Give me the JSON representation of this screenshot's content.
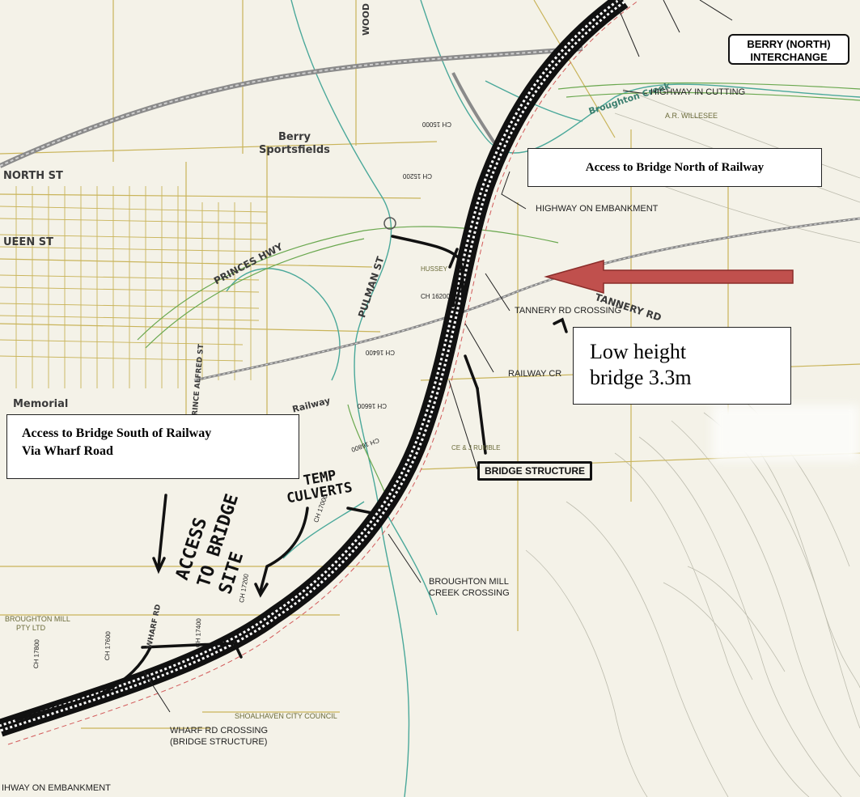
{
  "map": {
    "callouts": {
      "north_access": "Access to Bridge North of Railway",
      "south_access": [
        "Access to Bridge South of Railway",
        "Via Wharf Road"
      ],
      "low_bridge": [
        "Low height",
        "bridge 3.3m"
      ]
    },
    "interchange": [
      "BERRY (NORTH)",
      "INTERCHANGE"
    ],
    "place_labels": {
      "sportsfields": [
        "Berry",
        "Sportsfields"
      ],
      "north_st": "NORTH ST",
      "queen_st": "UEEN ST",
      "princes_hwy": "PRINCES HWY",
      "pulman_st": "PULMAN ST",
      "prince_alfred_st": "PRINCE ALFRED ST",
      "memorial": "Memorial",
      "woodhill": "WOOD",
      "tannery_rd": "TANNERY RD",
      "broughton_creek": "Broughton Creek",
      "wharf_rd": "WHARF RD",
      "shoalhaven": "SHOALHAVEN CITY COUNCIL",
      "broughton_mill": [
        "BROUGHTON MILL",
        "PTY LTD"
      ],
      "willesee": "A.R. WILLESEE",
      "rumble": "CE & J RUMBLE",
      "hussey": "HUSSEY",
      "railway_word": "Railway"
    },
    "plan_labels": {
      "highway_cutting": "HIGHWAY IN CUTTING",
      "highway_embankment": "HIGHWAY ON EMBANKMENT",
      "tannery_crossing": "TANNERY RD CROSSING",
      "railway_crossing": "RAILWAY CR",
      "bridge_structure": "BRIDGE STRUCTURE",
      "broughton_mill_crossing": [
        "BROUGHTON MILL",
        "CREEK CROSSING"
      ],
      "wharf_crossing": [
        "WHARF RD CROSSING",
        "(BRIDGE STRUCTURE)"
      ],
      "bottom_embankment": "IHWAY ON EMBANKMENT"
    },
    "handwritten": {
      "access_site": [
        "ACCESS",
        "TO BRIDGE",
        "SITE"
      ],
      "temp_culverts": [
        "TEMP",
        "CULVERTS"
      ]
    },
    "chainages": [
      "CH 15000",
      "CH 15200",
      "CH 16200",
      "CH 16400",
      "CH 16600",
      "CH 16800",
      "CH 17000",
      "CH 17200",
      "CH 17400",
      "CH 17600",
      "CH 17800"
    ],
    "colors": {
      "arrow_fill": "#c0504d",
      "arrow_stroke": "#8b2d2a",
      "property_lines": "#c9b45a",
      "creek_lines": "#4aa89a",
      "road_green": "#6aa84f"
    }
  }
}
